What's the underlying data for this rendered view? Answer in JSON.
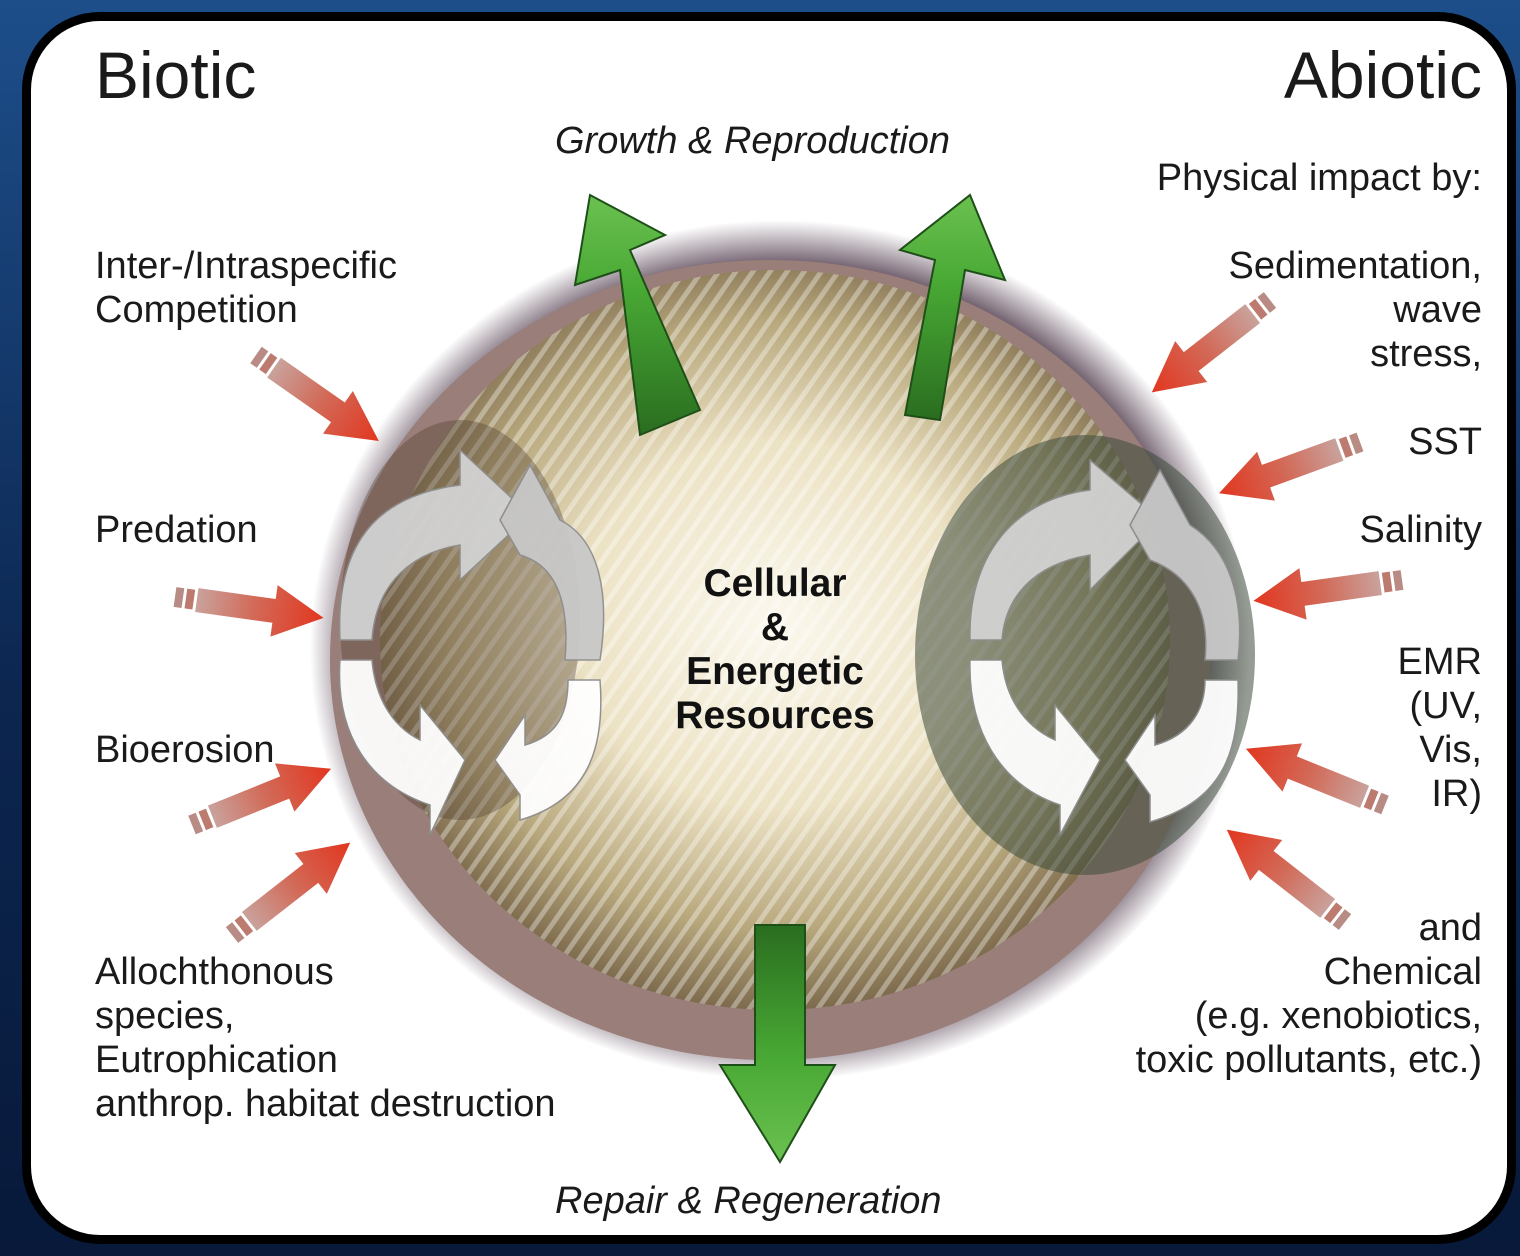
{
  "headers": {
    "biotic": "Biotic",
    "abiotic": "Abiotic"
  },
  "outcomes": {
    "top": "Growth & Reproduction",
    "bottom": "Repair & Regeneration"
  },
  "center": {
    "line1": "Cellular",
    "line2": "&",
    "line3": "Energetic",
    "line4": "Resources"
  },
  "biotic_factors": {
    "competition": "Inter-/Intraspecific\nCompetition",
    "predation": "Predation",
    "bioerosion": "Bioerosion",
    "other": "Allochthonous\nspecies,\nEutrophication\nanthrop. habitat destruction"
  },
  "abiotic_factors": {
    "intro": "Physical impact by:",
    "sedimentation": "Sedimentation,\nwave\nstress,",
    "sst": "SST",
    "salinity": "Salinity",
    "emr": "EMR\n(UV,\nVis,\nIR)",
    "chemical": "and\nChemical\n(e.g. xenobiotics,\ntoxic pollutants, etc.)"
  },
  "colors": {
    "stress_arrow": "#d9402a",
    "growth_arrow": "#3f9e2e",
    "cycle_arrow": "#d6d6d6",
    "halo": "#3a2236"
  }
}
